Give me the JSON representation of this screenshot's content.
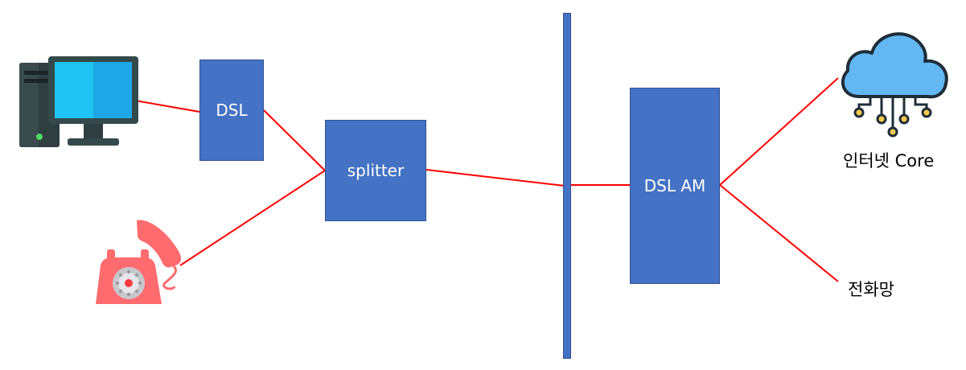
{
  "nodes": {
    "dsl_modem": "DSL",
    "splitter": "splitter",
    "dsl_am": "DSL AM",
    "internet_core": "인터넷 Core",
    "phone_network": "전화망"
  },
  "icons": {
    "computer": "desktop-computer-icon",
    "telephone": "telephone-icon",
    "cloud": "cloud-network-icon"
  },
  "colors": {
    "box_fill": "#4472c4",
    "box_border": "#2f528f",
    "link": "#ff0000",
    "partition_bar": "#4472c4",
    "cloud": "#63b7f3",
    "phone": "#ff6b6e",
    "monitor": "#1ea7e8"
  }
}
